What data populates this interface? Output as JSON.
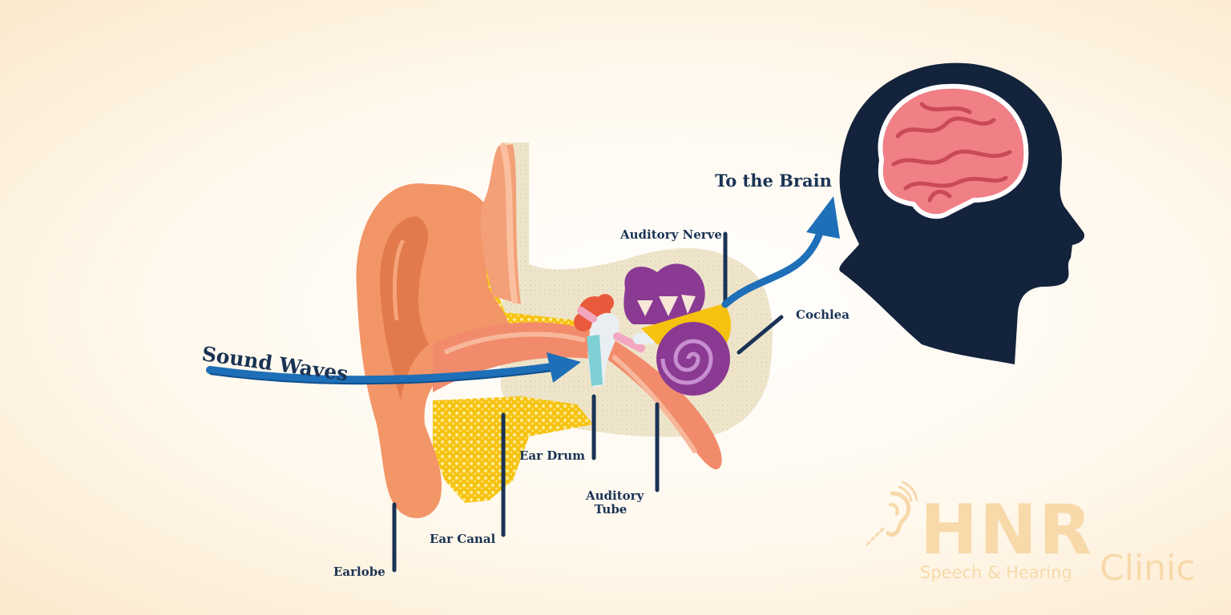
{
  "labels": {
    "sound_waves": "Sound Waves",
    "to_brain": "To the Brain",
    "auditory_nerve": "Auditory Nerve",
    "cochlea": "Cochlea",
    "ear_drum": "Ear Drum",
    "auditory_tube": "Auditory Tube",
    "ear_canal": "Ear Canal",
    "earlobe": "Earlobe"
  },
  "brand": {
    "name": "HNR",
    "tagline": "Speech & Hearing",
    "suffix": "Clinic"
  },
  "colors": {
    "label": "#1a3354",
    "arrow": "#1e6fb8",
    "head": "#14233c",
    "brain": "#f07f86",
    "ear": "#f29567",
    "canal": "#f6c20f",
    "bone": "#efe5cb",
    "semicircular": "#8b3a93",
    "brand": "#f7d9aa"
  },
  "icons": [
    "ear-icon",
    "brain-icon",
    "head-silhouette-icon",
    "hearing-ear-icon"
  ]
}
